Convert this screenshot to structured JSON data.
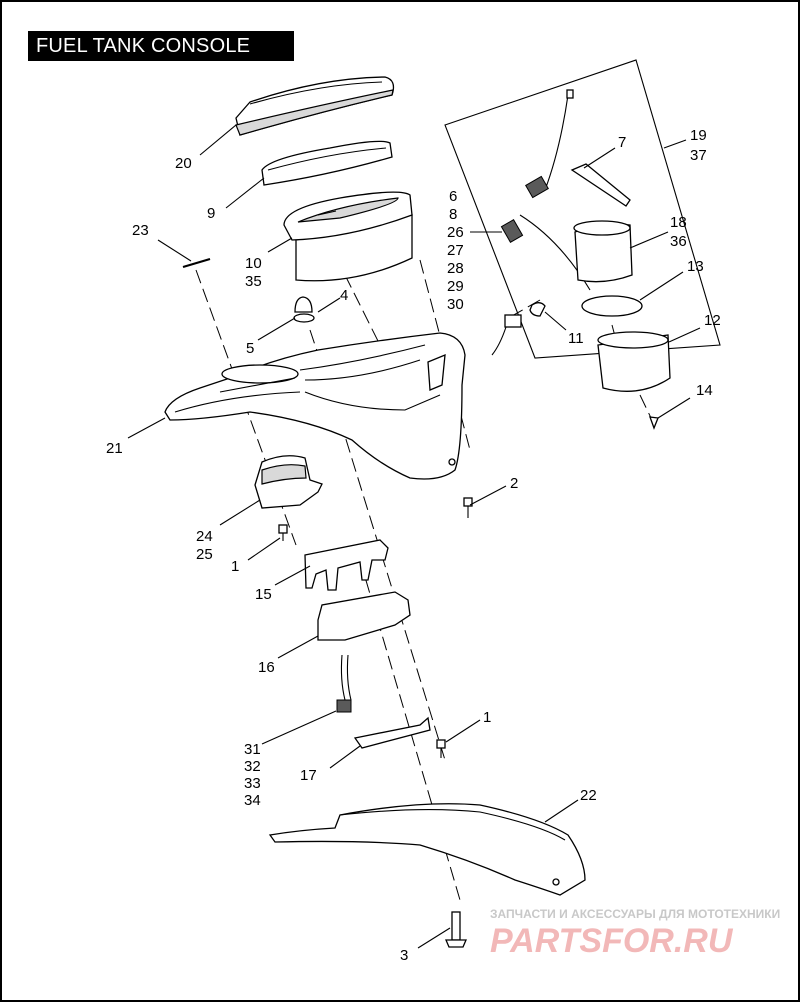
{
  "title": "FUEL TANK CONSOLE",
  "callouts": {
    "c20": "20",
    "c9": "9",
    "c23": "23",
    "c10": "10",
    "c35": "35",
    "c4": "4",
    "c5": "5",
    "c6": "6",
    "c8": "8",
    "c26": "26",
    "c27": "27",
    "c28": "28",
    "c29": "29",
    "c30": "30",
    "c7": "7",
    "c19": "19",
    "c37": "37",
    "c18": "18",
    "c36": "36",
    "c13": "13",
    "c11": "11",
    "c12": "12",
    "c14": "14",
    "c21": "21",
    "c2": "2",
    "c24": "24",
    "c25": "25",
    "c1a": "1",
    "c15": "15",
    "c16": "16",
    "c1b": "1",
    "c31": "31",
    "c32": "32",
    "c33": "33",
    "c34": "34",
    "c17": "17",
    "c22": "22",
    "c3": "3"
  },
  "watermark": {
    "tagline": "ЗАПЧАСТИ И АКСЕССУАРЫ ДЛЯ МОТОТЕХНИКИ",
    "logo": "PARTSFOR.RU"
  }
}
